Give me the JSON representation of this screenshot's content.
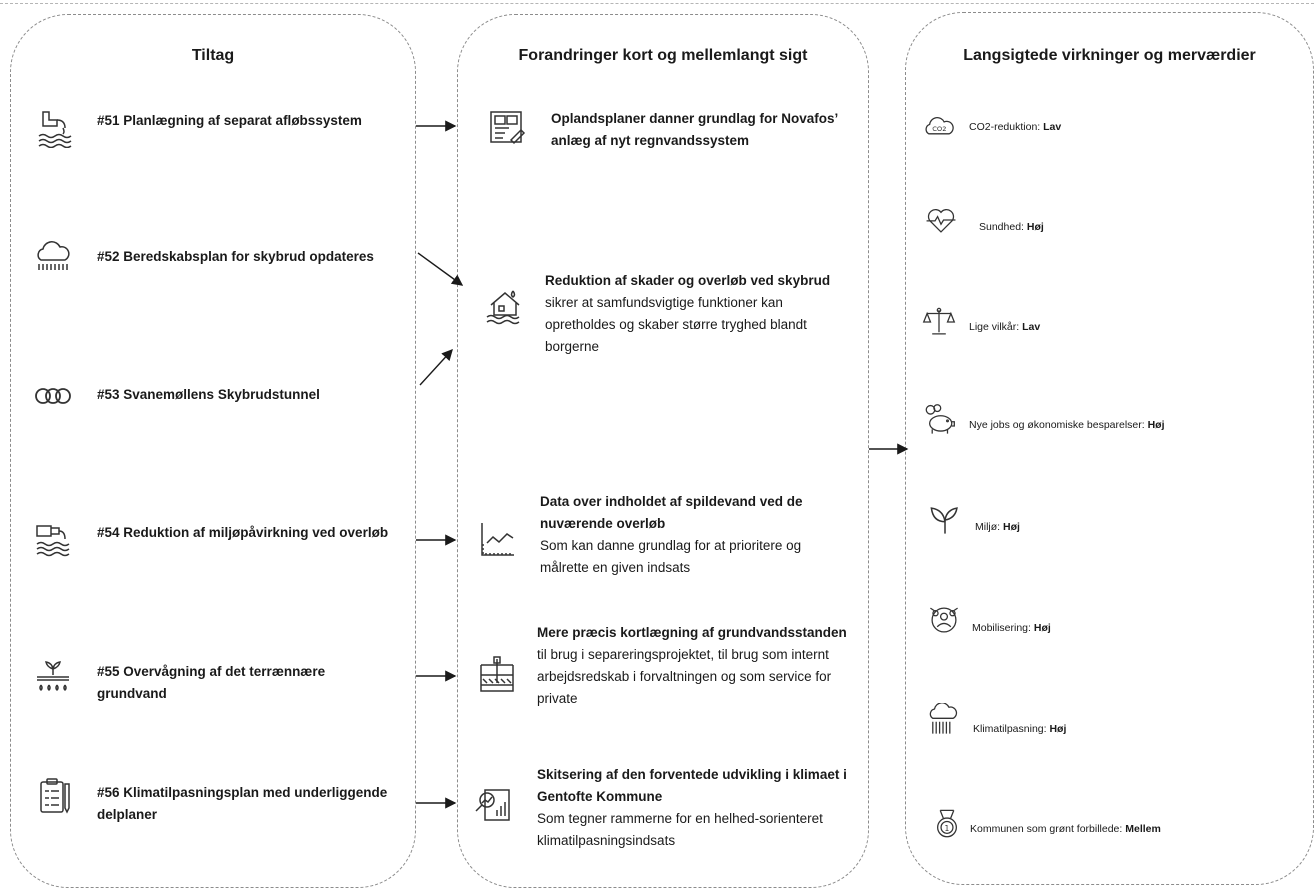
{
  "columns": {
    "actions": "Tiltag",
    "changes": "Forandringer kort og mellemlangt sigt",
    "effects": "Langsigtede virkninger og merværdier"
  },
  "actions": [
    {
      "icon": "drain-pipe-icon",
      "label": "#51 Planlægning af separat afløbssystem"
    },
    {
      "icon": "rain-cloud-icon",
      "label": "#52 Beredskabsplan for skybrud opdateres"
    },
    {
      "icon": "tunnel-pipes-icon",
      "label": "#53 Svanemøllens Skybrudstunnel"
    },
    {
      "icon": "overflow-pipe-icon",
      "label": "#54 Reduktion af miljøpåvirkning ved overløb"
    },
    {
      "icon": "groundwater-plant-icon",
      "label": "#55 Overvågning af det terrænnære grundvand"
    },
    {
      "icon": "checklist-plan-icon",
      "label": "#56 Klimatilpasningsplan med underliggende delplaner"
    }
  ],
  "changes": [
    {
      "icon": "blueprint-icon",
      "title": "Oplandsplaner danner grundlag for Novafos’ anlæg af nyt regnvandssystem",
      "desc": ""
    },
    {
      "icon": "flooded-house-icon",
      "title": "Reduktion af skader og overløb ved skybrud",
      "desc": "sikrer at samfundsvigtige funktioner kan opretholdes og skaber større tryghed blandt borgerne"
    },
    {
      "icon": "line-graph-icon",
      "title": "Data over indholdet af spildevand ved de nuværende overløb",
      "desc": "Som kan danne grundlag for at prioritere og målrette en given indsats"
    },
    {
      "icon": "soil-layers-icon",
      "title": "Mere præcis kortlægning af grundvandsstanden",
      "desc": "til brug i separeringsprojektet, til brug som internt arbejdsredskab i forvaltningen og som service for private"
    },
    {
      "icon": "report-analysis-icon",
      "title": "Skitsering af den forventede udvikling i klimaet i Gentofte Kommune",
      "desc": "Som tegner rammerne for en helhed-sorienteret klimatilpasningsindsats"
    }
  ],
  "effects": [
    {
      "icon": "co2-cloud-icon",
      "label": "CO2-reduktion: ",
      "level": "Lav"
    },
    {
      "icon": "heartbeat-icon",
      "label": "Sundhed: ",
      "level": "Høj"
    },
    {
      "icon": "scales-icon",
      "label": "Lige vilkår: ",
      "level": "Lav"
    },
    {
      "icon": "piggy-bank-icon",
      "label": "Nye jobs og økonomiske besparelser: ",
      "level": "Høj"
    },
    {
      "icon": "sprout-icon",
      "label": "Miljø: ",
      "level": "Høj"
    },
    {
      "icon": "community-icon",
      "label": "Mobilisering: ",
      "level": "Høj"
    },
    {
      "icon": "heavy-rain-icon",
      "label": "Klimatilpasning: ",
      "level": "Høj"
    },
    {
      "icon": "medal-icon",
      "label": "Kommunen som grønt forbillede: ",
      "level": "Mellem"
    }
  ],
  "colors": {
    "border": "#8c8c8c",
    "text": "#1a1a1a",
    "icon": "#333333"
  }
}
